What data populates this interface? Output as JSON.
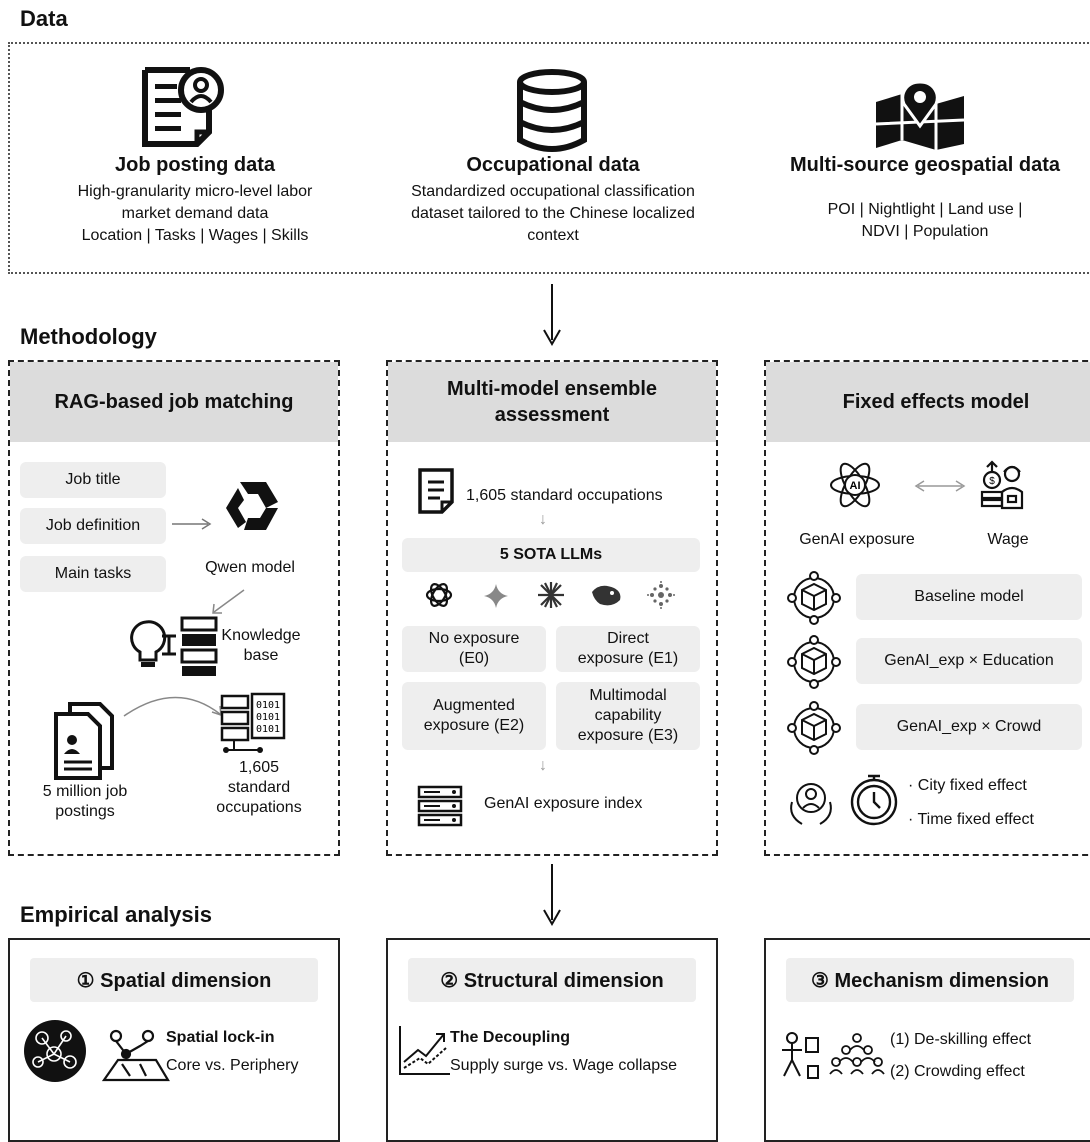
{
  "sections": {
    "data": "Data",
    "methodology": "Methodology",
    "empirical": "Empirical analysis"
  },
  "data_sources": [
    {
      "title": "Job posting data",
      "desc_lines": [
        "High-granularity micro-level labor",
        "market demand data",
        "Location | Tasks | Wages | Skills"
      ],
      "icon": "job-document-icon"
    },
    {
      "title": "Occupational data",
      "desc_lines": [
        "Standardized occupational classification",
        "dataset tailored to the Chinese localized",
        "context"
      ],
      "icon": "database-icon"
    },
    {
      "title": "Multi-source geospatial data",
      "desc_lines": [
        "POI | Nightlight | Land use |",
        "NDVI | Population"
      ],
      "icon": "map-pin-icon"
    }
  ],
  "rag": {
    "title": "RAG-based job matching",
    "inputs": [
      "Job title",
      "Job definition",
      "Main tasks"
    ],
    "model": "Qwen model",
    "kb_lines": [
      "Knowledge",
      "base"
    ],
    "postings_lines": [
      "5 million job",
      "postings"
    ],
    "occupations_lines": [
      "1,605",
      "standard",
      "occupations"
    ]
  },
  "ensemble": {
    "title_lines": [
      "Multi-model ensemble",
      "assessment"
    ],
    "occupations": "1,605 standard occupations",
    "llms": "5 SOTA LLMs",
    "categories": [
      {
        "lines": [
          "No exposure",
          "(E0)"
        ]
      },
      {
        "lines": [
          "Direct",
          "exposure (E1)"
        ]
      },
      {
        "lines": [
          "Augmented",
          "exposure (E2)"
        ]
      },
      {
        "lines": [
          "Multimodal",
          "capability",
          "exposure (E3)"
        ]
      }
    ],
    "index": "GenAI exposure index"
  },
  "fixed": {
    "title": "Fixed effects model",
    "exposure": "GenAI exposure",
    "wage": "Wage",
    "models": [
      "Baseline model",
      "GenAI_exp × Education",
      "GenAI_exp × Crowd"
    ],
    "effects": [
      "· City fixed effect",
      "· Time fixed effect"
    ]
  },
  "empirical": [
    {
      "title": "① Spatial dimension",
      "heading": "Spatial lock-in",
      "text": "Core vs. Periphery"
    },
    {
      "title": "② Structural dimension",
      "heading": "The Decoupling",
      "text": "Supply surge vs. Wage collapse"
    },
    {
      "title": "③ Mechanism dimension",
      "lines": [
        "(1) De-skilling effect",
        "(2) Crowding effect"
      ]
    }
  ],
  "colors": {
    "panel_header": "#dcdcdc",
    "pill": "#eeeeee",
    "ink": "#111111"
  }
}
